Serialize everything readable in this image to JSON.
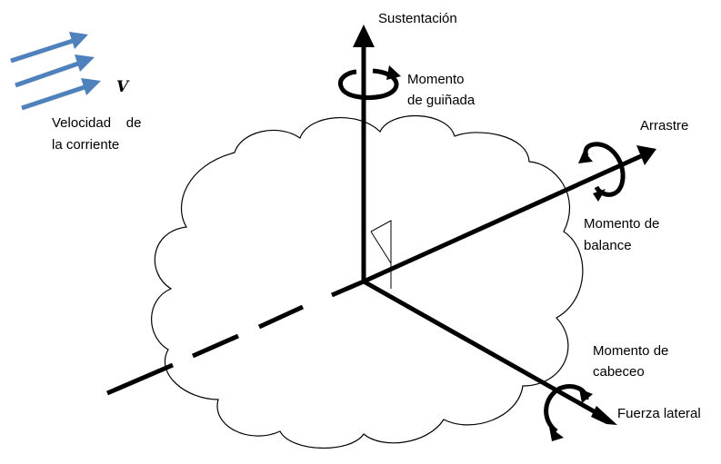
{
  "labels": {
    "lift": "Sustentación",
    "yaw_line1": "Momento",
    "yaw_line2": "de guiñada",
    "drag": "Arrastre",
    "roll_line1": "Momento de",
    "roll_line2": "balance",
    "pitch_line1": "Momento  de",
    "pitch_line2": "cabeceo",
    "side_force": "Fuerza lateral",
    "velocity_symbol": "V",
    "velocity_line1": "Velocidad    de",
    "velocity_line2": "la corriente"
  },
  "colors": {
    "axis": "#000000",
    "velocity_arrow": "#4f81bd",
    "cloud_outline": "#000000",
    "background": "#ffffff"
  }
}
